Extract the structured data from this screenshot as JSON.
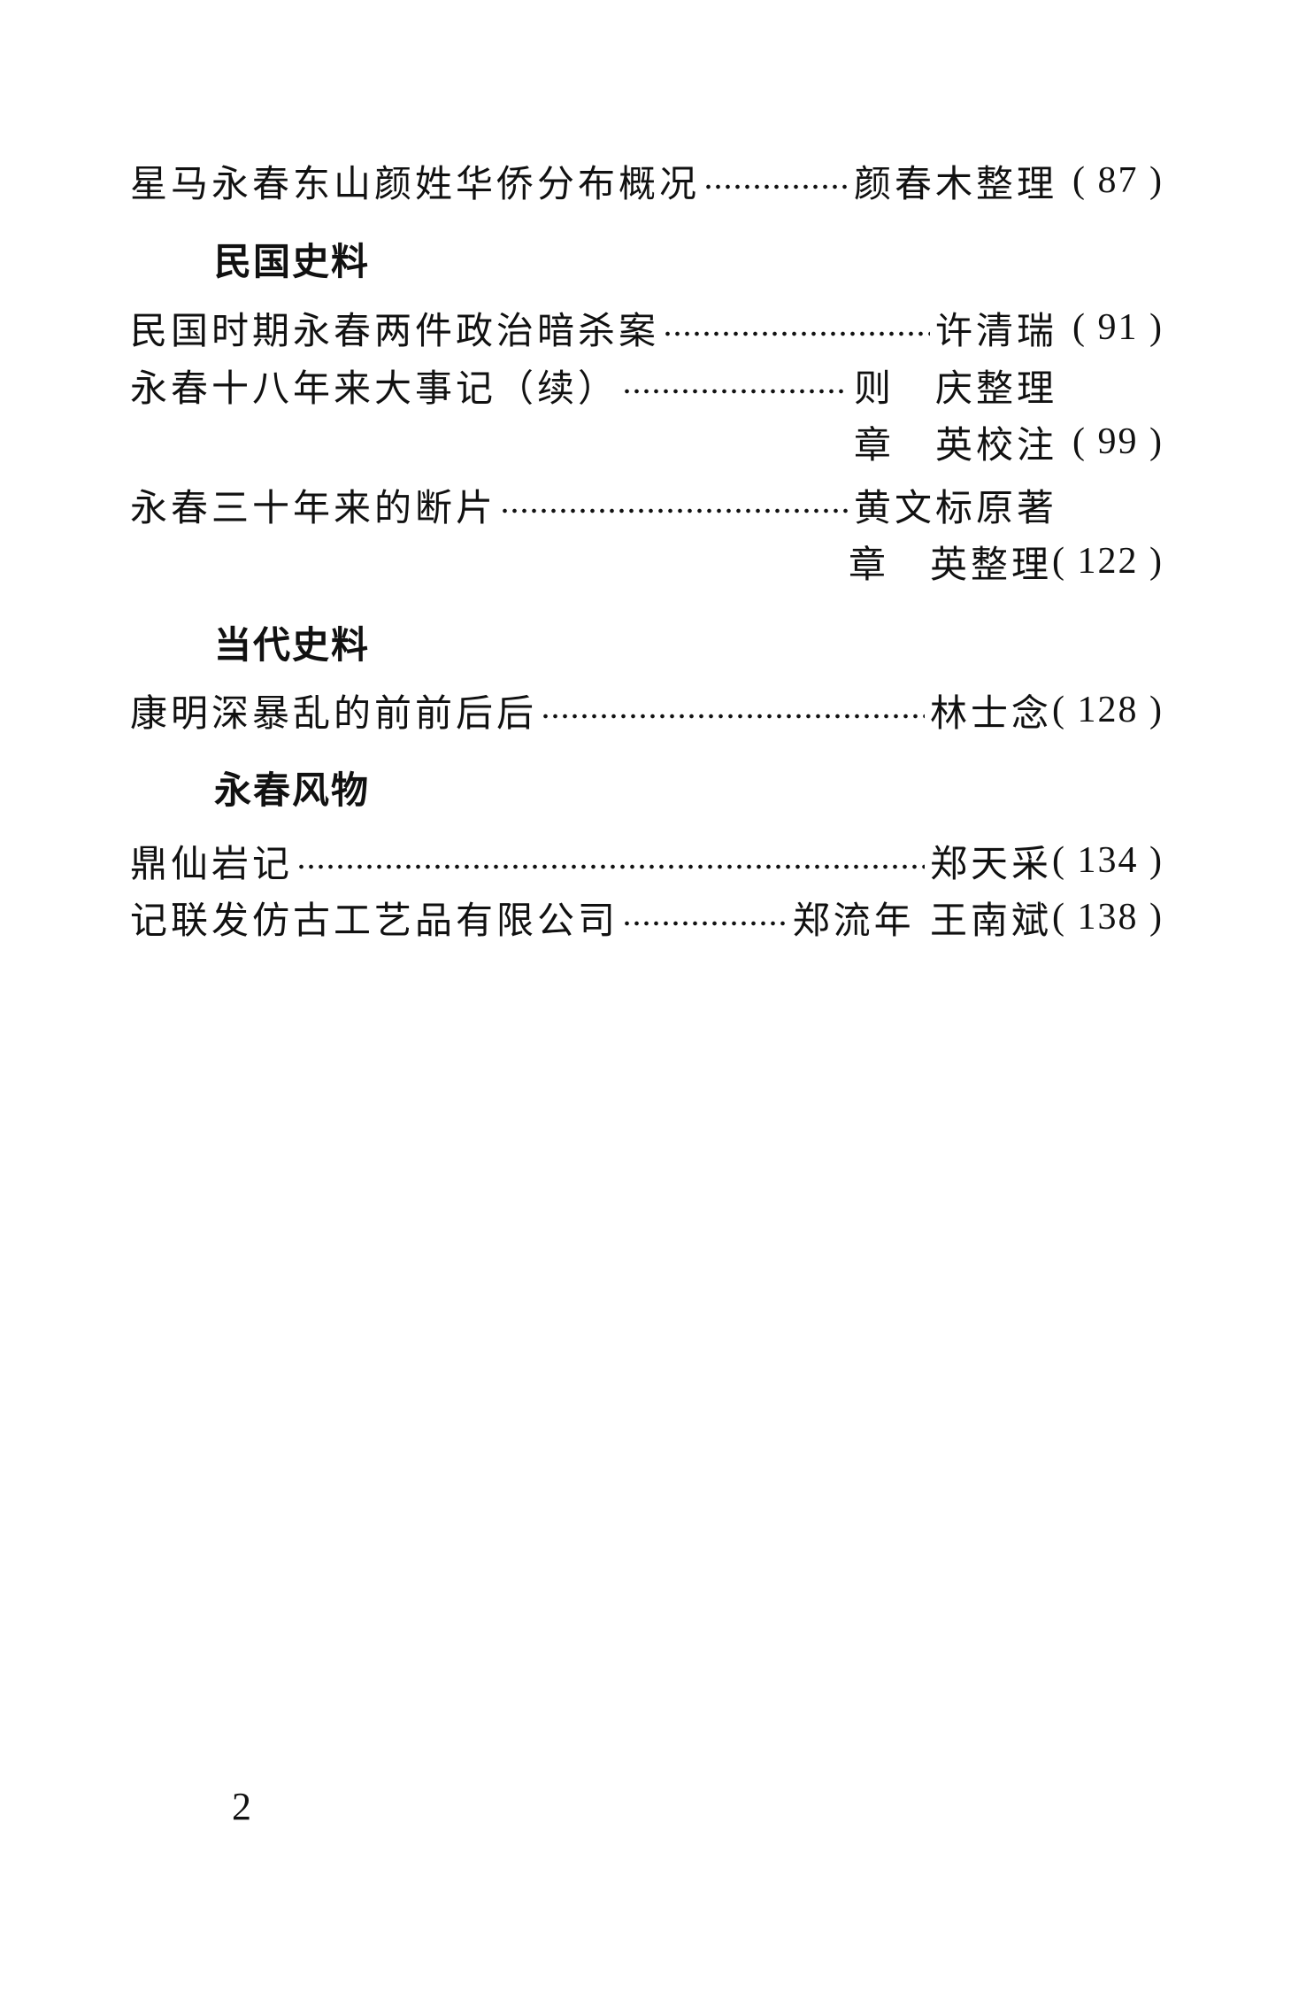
{
  "entries": [
    {
      "title": "星马永春东山颜姓华侨分布概况",
      "author": "颜春木整理",
      "page": "( 87 )"
    },
    {
      "section": "民国史料"
    },
    {
      "title": "民国时期永春两件政治暗杀案",
      "author": "许清瑞",
      "page": "( 91 )"
    },
    {
      "title": "永春十八年来大事记（续）",
      "author": "则　庆整理",
      "author2": "章　英校注",
      "page": "( 99 )"
    },
    {
      "title": "永春三十年来的断片",
      "author": "黄文标原著",
      "author2": "章　英整理",
      "page": "( 122 )"
    },
    {
      "section": "当代史料"
    },
    {
      "title": "康明深暴乱的前前后后",
      "author": "林士念",
      "page": "( 128 )"
    },
    {
      "section": "永春风物"
    },
    {
      "title": "鼎仙岩记",
      "author": "郑天采",
      "page": "( 134 )"
    },
    {
      "title": "记联发仿古工艺品有限公司",
      "author": "郑流年 王南斌",
      "page": "( 138 )"
    }
  ],
  "page_number": "2"
}
